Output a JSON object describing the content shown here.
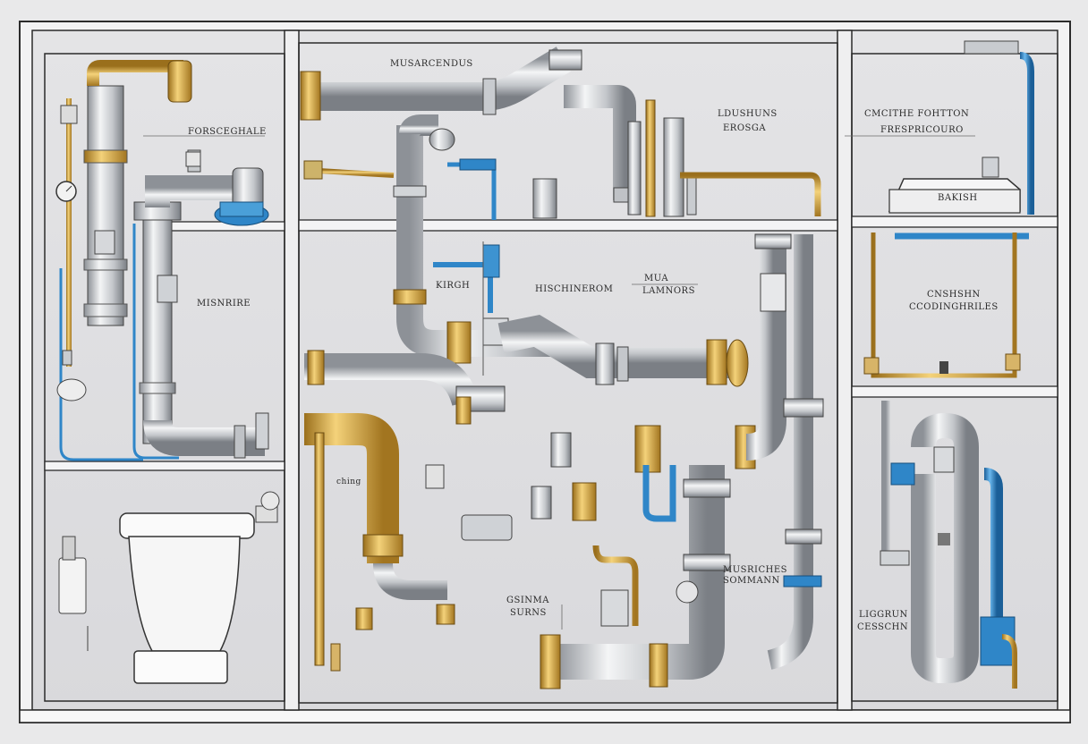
{
  "labels": {
    "top_center": "MUSARCENDUS",
    "left_upper": "FORSCEGHALE",
    "left_mid": "MISNRIRE",
    "mid_kirgh": "KIRGH",
    "mid_hischinerom": "HISCHINEROM",
    "mid_mua": "MUA",
    "mid_lamnors": "LAMNORS",
    "top_right_1": "LDUSHUNS",
    "top_right_2": "EROSGA",
    "right_header_1": "CMCITHE FOHTTON",
    "right_header_2": "FRESPRICOURO",
    "right_tank": "BAKISH",
    "right_mid_1": "CNSHSHN",
    "right_mid_2": "CCODINGHRILES",
    "small_left_mid": "ching",
    "lower_right_1": "MUSRICHES",
    "lower_right_2": "SOMMANN",
    "lower_mid_1": "GSINMA",
    "lower_mid_2": "SURNS",
    "far_right_low_1": "LIGGRUN",
    "far_right_low_2": "CESSCHN"
  },
  "colors": {
    "background": "#e9e9ea",
    "frame": "#2b2b2b",
    "pipe_silver": "#c9ccd0",
    "pipe_brass": "#d6a73a",
    "pipe_blue": "#2f86c8"
  },
  "icons": [
    "toilet-icon",
    "valve-icon",
    "gauge-icon",
    "tank-icon",
    "pump-icon"
  ]
}
